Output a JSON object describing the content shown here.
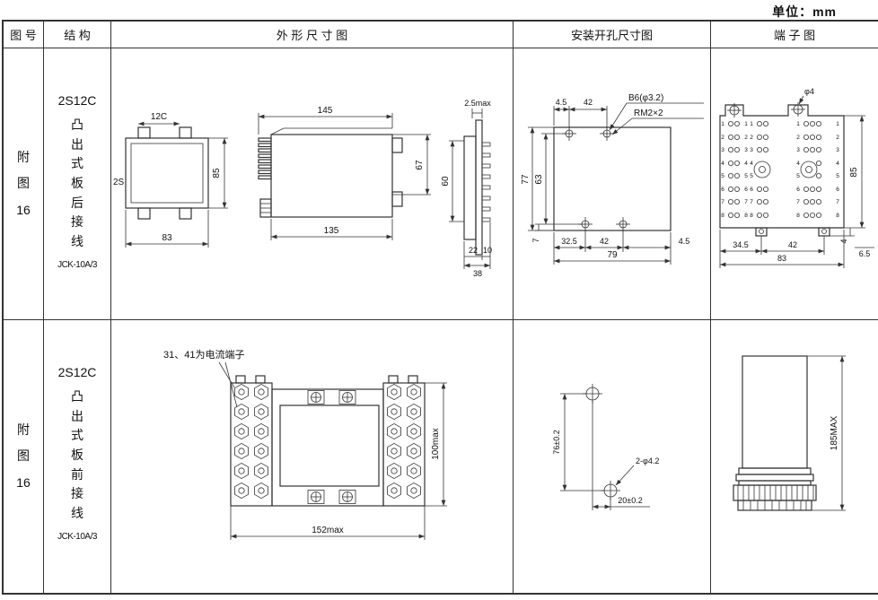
{
  "unit_label": "单位：mm",
  "header": {
    "col1": "图 号",
    "col2": "结 构",
    "col3": "外 形 尺 寸 图",
    "col4": "安装开孔尺寸图",
    "col5": "端 子 图"
  },
  "row1": {
    "fig_no": "附图16",
    "model": "2S12C",
    "desc": "凸出式板后接线",
    "code": "JCK-10A/3",
    "outline": {
      "label_12c": "12C",
      "label_2s": "2S",
      "d83": "83",
      "d85": "85",
      "d145": "145",
      "d135": "135",
      "d67": "67",
      "d25max": "2.5max",
      "d60": "60",
      "d22": "22",
      "d10": "10",
      "d38": "38"
    },
    "mounting": {
      "d45top": "4.5",
      "d42top": "42",
      "b6": "B6(φ3.2)",
      "rm": "RM2×2",
      "d77": "77",
      "d63": "63",
      "d325": "32.5",
      "d42bot": "42",
      "d45bot": "4.5",
      "d79": "79",
      "d7": "7"
    },
    "terminal": {
      "phi4": "φ4",
      "d85": "85",
      "d4": "4",
      "d65": "6.5",
      "d345": "34.5",
      "d42": "42",
      "d83": "83",
      "rows": [
        "1",
        "2",
        "3",
        "4",
        "5",
        "6",
        "7",
        "8"
      ]
    }
  },
  "row2": {
    "fig_no": "附图16",
    "model": "2S12C",
    "desc": "凸出式板前接线",
    "code": "JCK-10A/3",
    "outline": {
      "note": "31、41为电流端子",
      "d100": "100max",
      "d152": "152max"
    },
    "mounting": {
      "d76": "76±0.2",
      "dphi": "2-φ4.2",
      "d20": "20±0.2"
    },
    "terminal": {
      "d185": "185MAX"
    }
  }
}
